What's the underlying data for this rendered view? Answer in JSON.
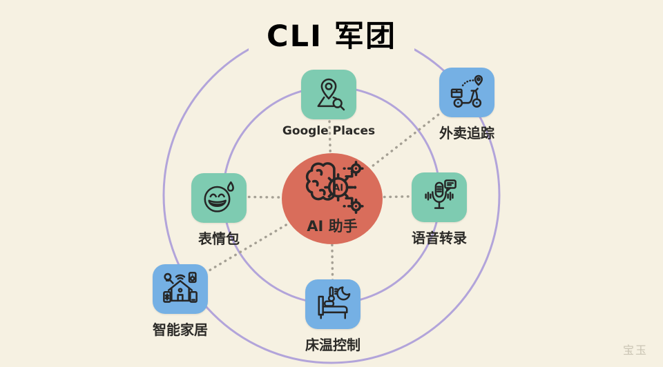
{
  "title": "CLI 军团",
  "watermark": "宝玉",
  "palette": {
    "background": "#f6f1e2",
    "green": "#7ecbb1",
    "blue": "#75b0e4",
    "red": "#d96d5b",
    "ring": "#b2a4da",
    "dotted": "#a5a094",
    "text": "#2b2a27",
    "watermark_color": "#c9c4b3"
  },
  "center": {
    "label": "AI 助手",
    "icon": "ai-brain-gear-icon",
    "icon_text": "AI"
  },
  "nodes": [
    {
      "label": "Google Places",
      "icon": "map-pin-search-icon",
      "color": "green"
    },
    {
      "label": "外卖追踪",
      "icon": "delivery-scooter-icon",
      "color": "blue"
    },
    {
      "label": "语音转录",
      "icon": "microphone-transcribe-icon",
      "color": "green"
    },
    {
      "label": "床温控制",
      "icon": "bed-temperature-icon",
      "color": "blue"
    },
    {
      "label": "智能家居",
      "icon": "smart-home-icon",
      "color": "blue"
    },
    {
      "label": "表情包",
      "icon": "emoji-sticker-icon",
      "color": "green"
    }
  ]
}
